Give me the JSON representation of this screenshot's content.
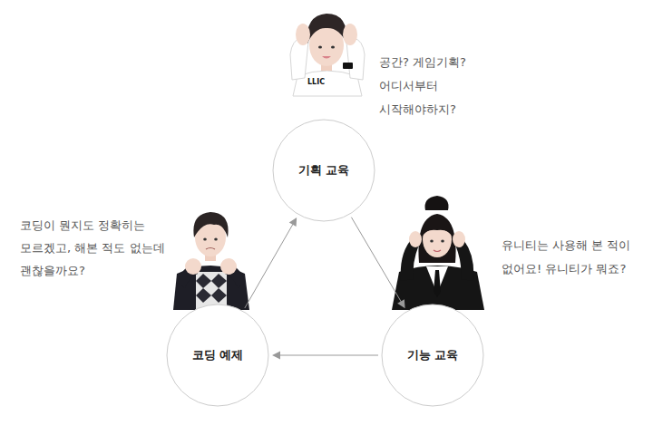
{
  "diagram": {
    "nodes": [
      {
        "text": [
          "기획 교육"
        ]
      },
      {
        "text": [
          "코딩 예제"
        ]
      },
      {
        "text": [
          "기능 교육"
        ]
      }
    ],
    "edges": [
      {
        "from": 1,
        "to": 0,
        "arrow": "to"
      },
      {
        "from": 0,
        "to": 2,
        "arrow": "to"
      },
      {
        "from": 2,
        "to": 1,
        "arrow": "to"
      }
    ],
    "labels": [
      "공간? 게임기획? 어디서부터 시작해야하지?",
      "코딩이 뭔지도 정확히는 모르겠고, 해본 적도 없는데 괜찮을까요?",
      "유니티는 사용해 본 적이 없어요! 유니티가 뭐죠?",
      "LLIC"
    ]
  }
}
